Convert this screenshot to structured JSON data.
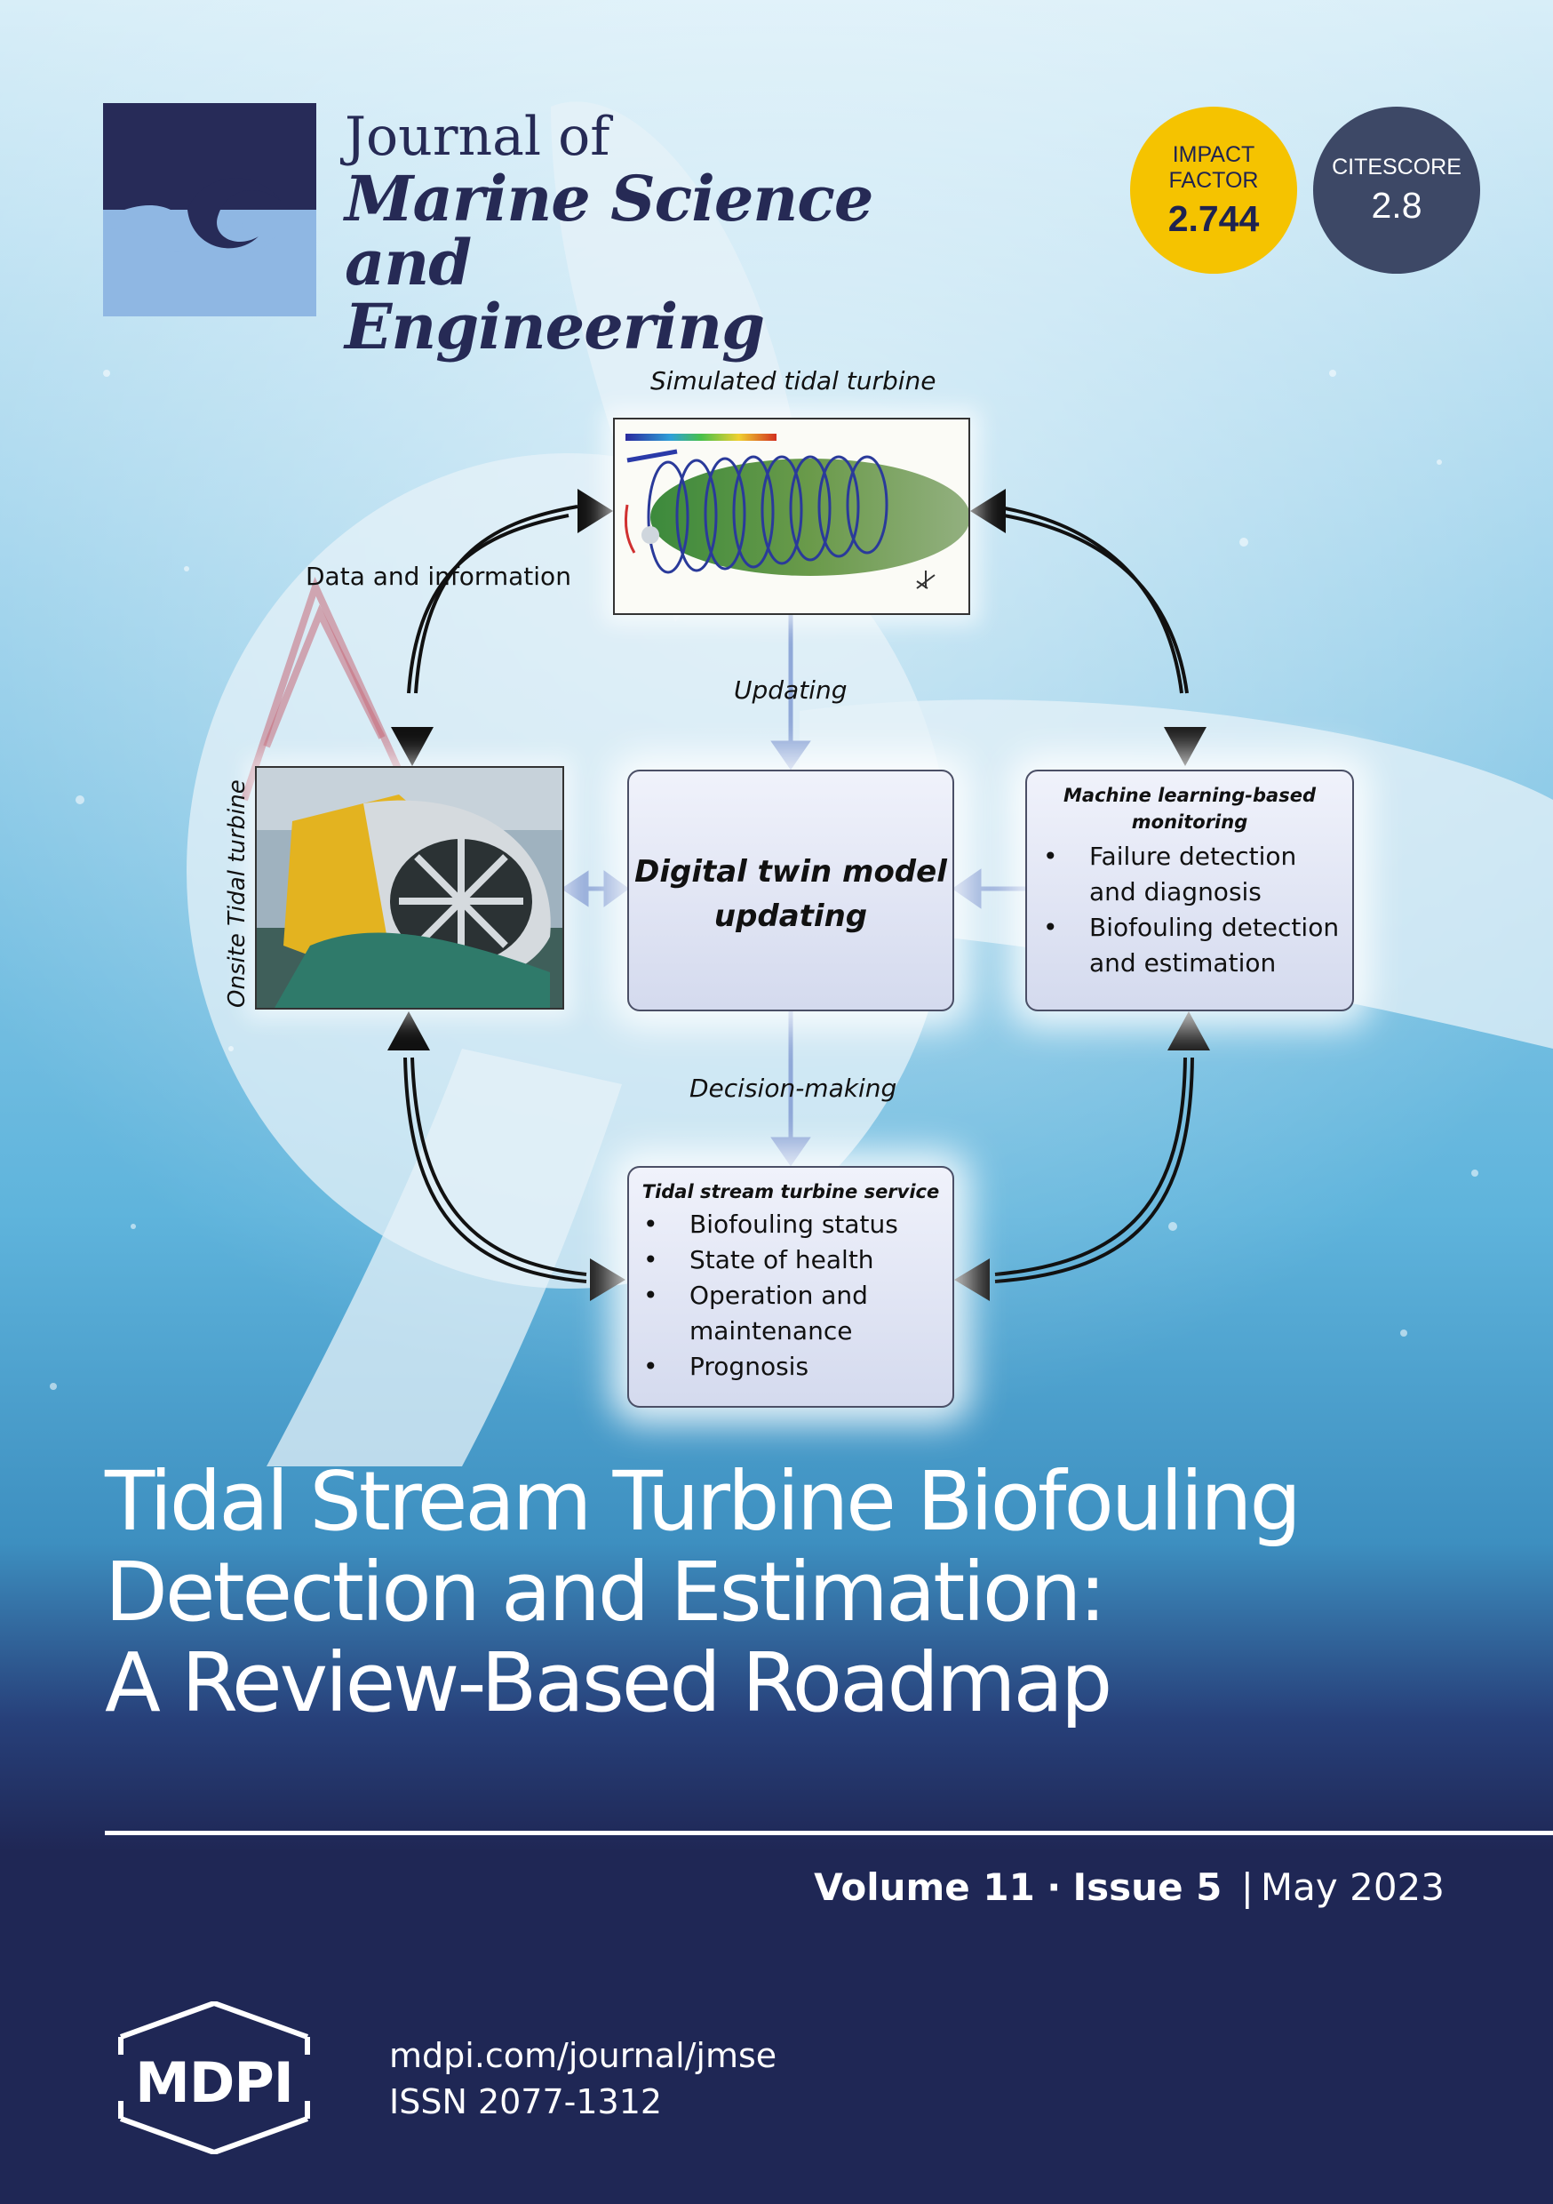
{
  "journal": {
    "line1": "Journal of",
    "line2": "Marine Science",
    "line3": "and Engineering"
  },
  "metrics": {
    "impact_factor_label": "IMPACT FACTOR",
    "impact_factor_value": "2.744",
    "citescore_label": "CITESCORE",
    "citescore_value": "2.8",
    "impact_color": "#f5c300",
    "citescore_color": "#3d4866"
  },
  "diagram": {
    "simulated_label": "Simulated tidal turbine",
    "data_info_label": "Data and information",
    "updating_label": "Updating",
    "onsite_label": "Onsite Tidal turbine",
    "digital_twin": [
      "Digital twin model",
      "updating"
    ],
    "ml_title": [
      "Machine learning-based",
      "monitoring"
    ],
    "ml_items": [
      "Failure detection",
      "and diagnosis",
      "Biofouling detection",
      "and estimation"
    ],
    "decision_label": "Decision-making",
    "service_title": "Tidal stream turbine service",
    "service_items": [
      "Biofouling status",
      "State of health",
      "Operation and",
      "maintenance",
      "Prognosis"
    ]
  },
  "article": {
    "title_lines": [
      "Tidal Stream Turbine Biofouling",
      "Detection and Estimation:",
      "A Review-Based Roadmap"
    ]
  },
  "issue": {
    "volume": "Volume 11",
    "dot": "·",
    "issue": "Issue 5",
    "separator": "|",
    "date": "May 2023"
  },
  "publisher": {
    "logo_text": "MDPI",
    "url": "mdpi.com/journal/jmse",
    "issn": "ISSN 2077-1312"
  },
  "colors": {
    "navy": "#1f2755",
    "ocean_light": "#cbe6f3",
    "ocean_mid": "#5ab4dc",
    "arrow_blue": "#8fa8d8"
  }
}
